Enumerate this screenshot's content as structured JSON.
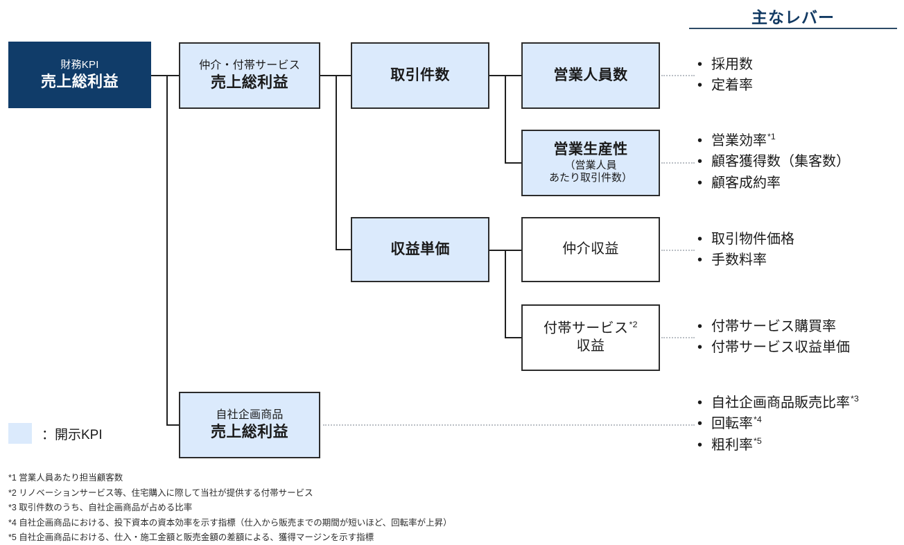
{
  "diagram": {
    "title_right_panel": "主なレバー",
    "legend": {
      "label": "：開示KPI",
      "swatch_color": "#dbeafc"
    },
    "colors": {
      "navy_fill": "#103c69",
      "blue_fill": "#dbeafc",
      "white_fill": "#ffffff",
      "border": "#2b2b2b",
      "accent_text": "#123a63",
      "dotted_connector": "#b9bec4"
    },
    "nodes": {
      "root": {
        "sub": "財務KPI",
        "main": "売上総利益"
      },
      "brokerage_gross_profit": {
        "sub": "仲介・付帯サービス",
        "main": "売上総利益"
      },
      "own_product_gross_profit": {
        "sub": "自社企画商品",
        "main": "売上総利益"
      },
      "transaction_count": {
        "label": "取引件数"
      },
      "revenue_unit_price": {
        "label": "収益単価"
      },
      "sales_headcount": {
        "label": "営業人員数"
      },
      "sales_productivity": {
        "label": "営業生産性",
        "paren_line1": "（営業人員",
        "paren_line2": "あたり取引件数）"
      },
      "brokerage_revenue": {
        "label": "仲介収益"
      },
      "ancillary_service_revenue": {
        "label_line1": "付帯サービス",
        "label_line1_footnote": "2",
        "label_line2": "収益"
      }
    },
    "lever_groups": [
      {
        "source": "sales_headcount",
        "items": [
          {
            "text": "採用数",
            "footnote": ""
          },
          {
            "text": "定着率",
            "footnote": ""
          }
        ]
      },
      {
        "source": "sales_productivity",
        "items": [
          {
            "text": "営業効率",
            "footnote": "1"
          },
          {
            "text": "顧客獲得数（集客数）",
            "footnote": ""
          },
          {
            "text": "顧客成約率",
            "footnote": ""
          }
        ]
      },
      {
        "source": "brokerage_revenue",
        "items": [
          {
            "text": "取引物件価格",
            "footnote": ""
          },
          {
            "text": "手数料率",
            "footnote": ""
          }
        ]
      },
      {
        "source": "ancillary_service_revenue",
        "items": [
          {
            "text": "付帯サービス購買率",
            "footnote": ""
          },
          {
            "text": "付帯サービス収益単価",
            "footnote": ""
          }
        ]
      },
      {
        "source": "own_product_gross_profit",
        "items": [
          {
            "text": "自社企画商品販売比率",
            "footnote": "3"
          },
          {
            "text": "回転率",
            "footnote": "4"
          },
          {
            "text": "粗利率",
            "footnote": "5"
          }
        ]
      }
    ],
    "bullet_glyph": "•",
    "footnotes": [
      "*1 営業人員あたり担当顧客数",
      "*2 リノベーションサービス等、住宅購入に際して当社が提供する付帯サービス",
      "*3 取引件数のうち、自社企画商品が占める比率",
      "*4 自社企画商品における、投下資本の資本効率を示す指標（仕入から販売までの期間が短いほど、回転率が上昇）",
      "*5 自社企画商品における、仕入・施工金額と販売金額の差額による、獲得マージンを示す指標"
    ]
  }
}
